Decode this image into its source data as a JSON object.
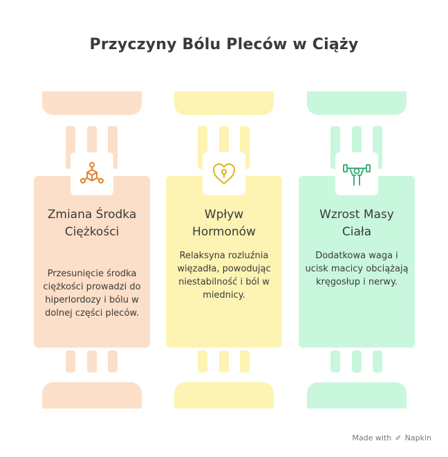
{
  "title": "Przyczyny Bólu Pleców w Ciąży",
  "columns": [
    {
      "title": "Zmiana Środka Ciężkości",
      "description": "Przesunięcie środka ciężkości prowadzi do hiperlordozy i bólu w dolnej części pleców.",
      "icon": "molecule-network-icon",
      "color_light": "#fcdfc8",
      "color_accent": "#e0812a"
    },
    {
      "title": "Wpływ Hormonów",
      "description": "Relaksyna rozluźnia więzadła, powodując niestabilność i ból w miednicy.",
      "icon": "heart-lock-icon",
      "color_light": "#fdf3b2",
      "color_accent": "#d9b514"
    },
    {
      "title": "Wzrost Masy Ciała",
      "description": "Dodatkowa waga i ucisk macicy obciążają kręgosłup i nerwy.",
      "icon": "weightlifter-icon",
      "color_light": "#c9f7de",
      "color_accent": "#3fae78"
    }
  ],
  "footer": {
    "made_with": "Made with",
    "brand": "Napkin"
  }
}
